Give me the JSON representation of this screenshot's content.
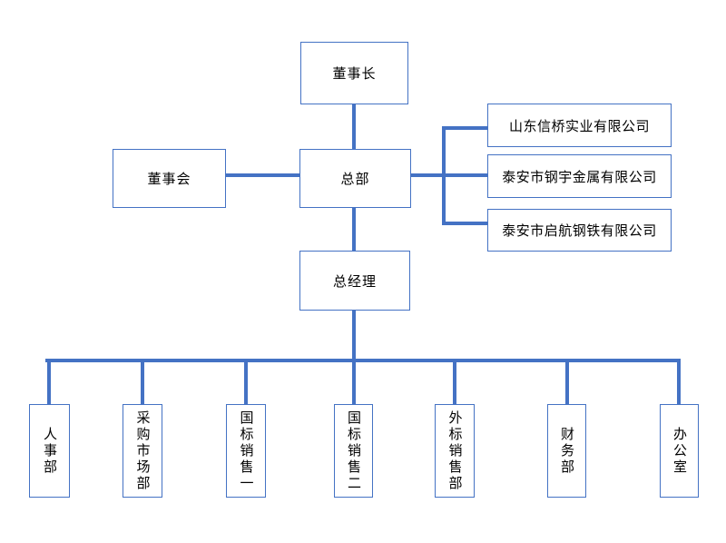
{
  "diagram": {
    "type": "org-chart",
    "colors": {
      "line": "#4472C4",
      "box_border": "#4472C4",
      "background": "#FFFFFF",
      "text": "#000000"
    },
    "nodes": {
      "chairman": "董事长",
      "board": "董事会",
      "headquarters": "总部",
      "general_manager": "总经理"
    },
    "subsidiaries": [
      {
        "label": "山东信桥实业有限公司"
      },
      {
        "label": "泰安市钢宇金属有限公司"
      },
      {
        "label": "泰安市启航钢铁有限公司"
      }
    ],
    "departments": [
      {
        "label": "人事部"
      },
      {
        "label": "采购市场部"
      },
      {
        "label": "国标销售一"
      },
      {
        "label": "国标销售二"
      },
      {
        "label": "外标销售部"
      },
      {
        "label": "财务部"
      },
      {
        "label": "办公室"
      }
    ]
  }
}
